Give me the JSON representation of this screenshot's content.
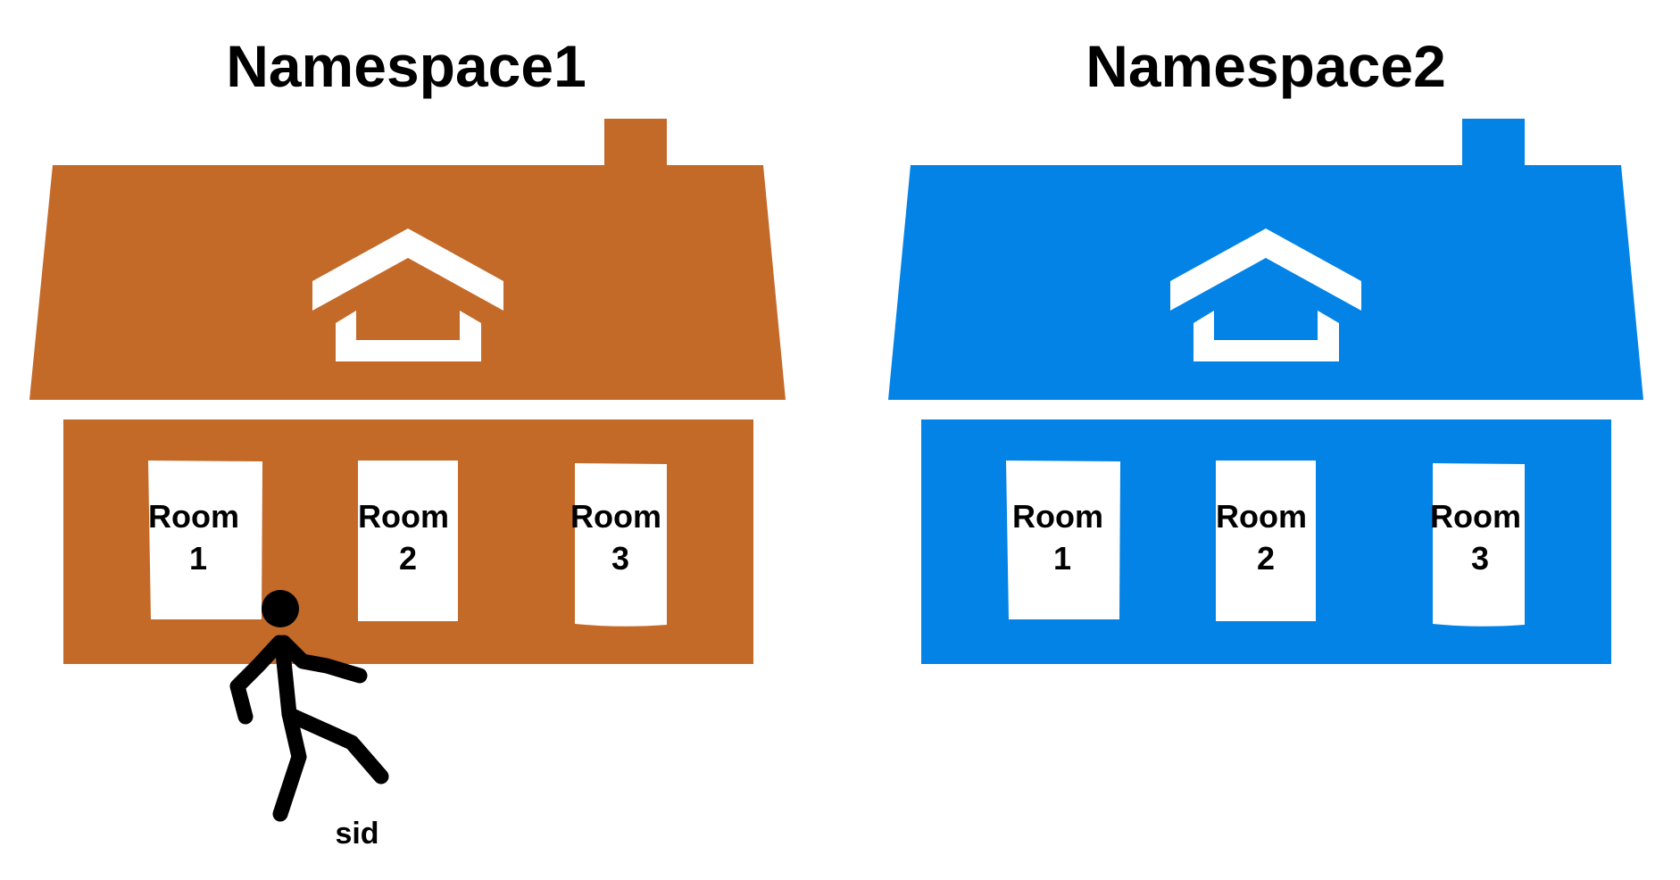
{
  "namespaces": [
    {
      "title": "Namespace1",
      "color": "#C46A29",
      "rooms": [
        {
          "line1": "Room",
          "line2": "1"
        },
        {
          "line1": "Room",
          "line2": "2"
        },
        {
          "line1": "Room",
          "line2": "3"
        }
      ]
    },
    {
      "title": "Namespace2",
      "color": "#0383E6",
      "rooms": [
        {
          "line1": "Room",
          "line2": "1"
        },
        {
          "line1": "Room",
          "line2": "2"
        },
        {
          "line1": "Room",
          "line2": "3"
        }
      ]
    }
  ],
  "person": {
    "label": "sid",
    "icon": "walking-person-icon",
    "color": "#000000"
  },
  "icons": {
    "roof_logo": "home-logo-icon"
  }
}
